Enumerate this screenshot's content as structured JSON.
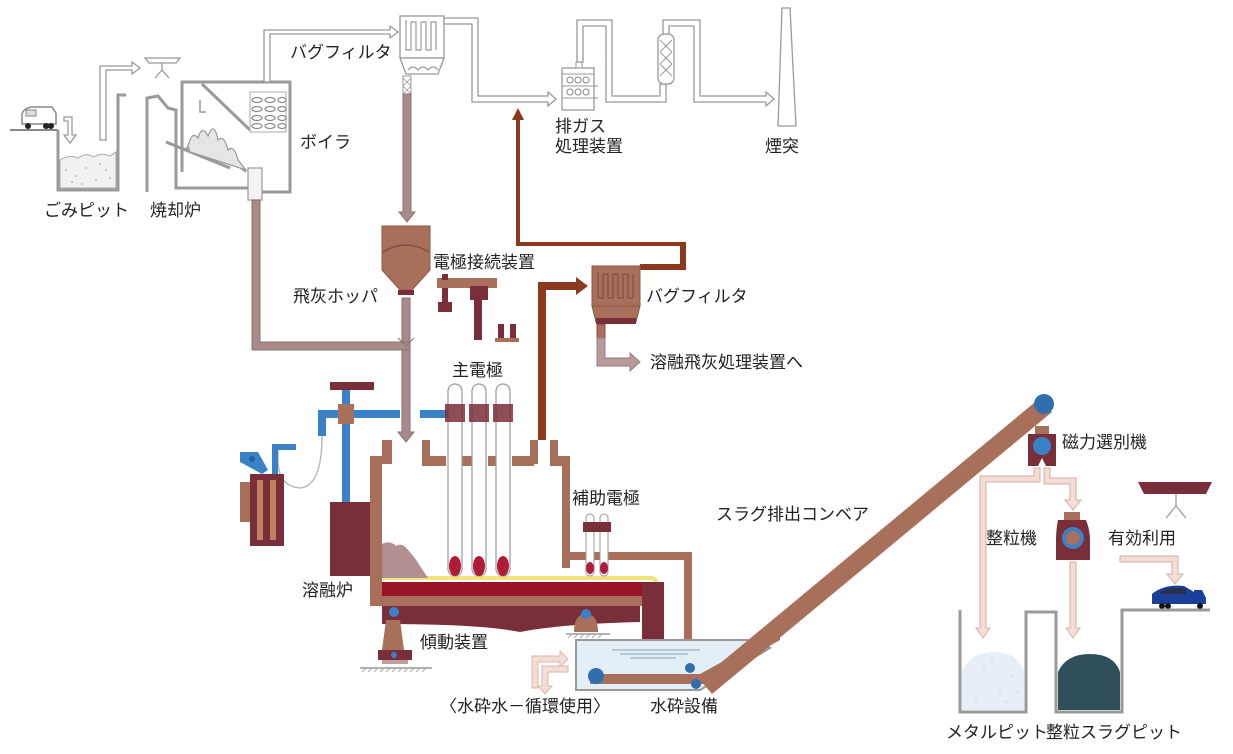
{
  "diagram": {
    "type": "process-flow",
    "subject": "Waste incineration with ash melting furnace plant"
  },
  "colors": {
    "pipe_outline": "#9a9a9a",
    "furnace_brown": "#a8705a",
    "dark_maroon": "#7a2e3a",
    "gas_brown": "#8b3a1e",
    "ash_pipe": "#a88a8a",
    "water_blue": "#3a82c8",
    "molten_red": "#9a1428",
    "yellow_liner": "#f2e27a",
    "pale_pink_arrow": "#f5ddd5",
    "metal_pit_fill": "#e8eef5",
    "slag_pit_fill": "#2f4f5a",
    "truck_blue": "#1a3f9a",
    "water_tank": "#e3eef7"
  },
  "labels": {
    "garbage_pit": "ごみピット",
    "incinerator": "焼却炉",
    "boiler": "ボイラ",
    "bag_filter_top": "バグフィルタ",
    "exhaust_gas_line1": "排ガス",
    "exhaust_gas_line2": "処理装置",
    "chimney": "煙突",
    "fly_ash_hopper": "飛灰ホッパ",
    "electrode_connector": "電極接続装置",
    "bag_filter_mid": "バグフィルタ",
    "to_fly_ash_treatment": "溶融飛灰処理装置へ",
    "main_electrode": "主電極",
    "aux_electrode": "補助電極",
    "melting_furnace": "溶融炉",
    "tilting_device": "傾動装置",
    "slag_conveyor": "スラグ排出コンベア",
    "magnetic_separator": "磁力選別機",
    "granulator": "整粒機",
    "effective_use": "有効利用",
    "water_granulation_note": "〈水砕水－循環使用〉",
    "water_granulation_equipment": "水砕設備",
    "metal_pit": "メタルピット",
    "granulated_slag_pit": "整粒スラグピット"
  }
}
